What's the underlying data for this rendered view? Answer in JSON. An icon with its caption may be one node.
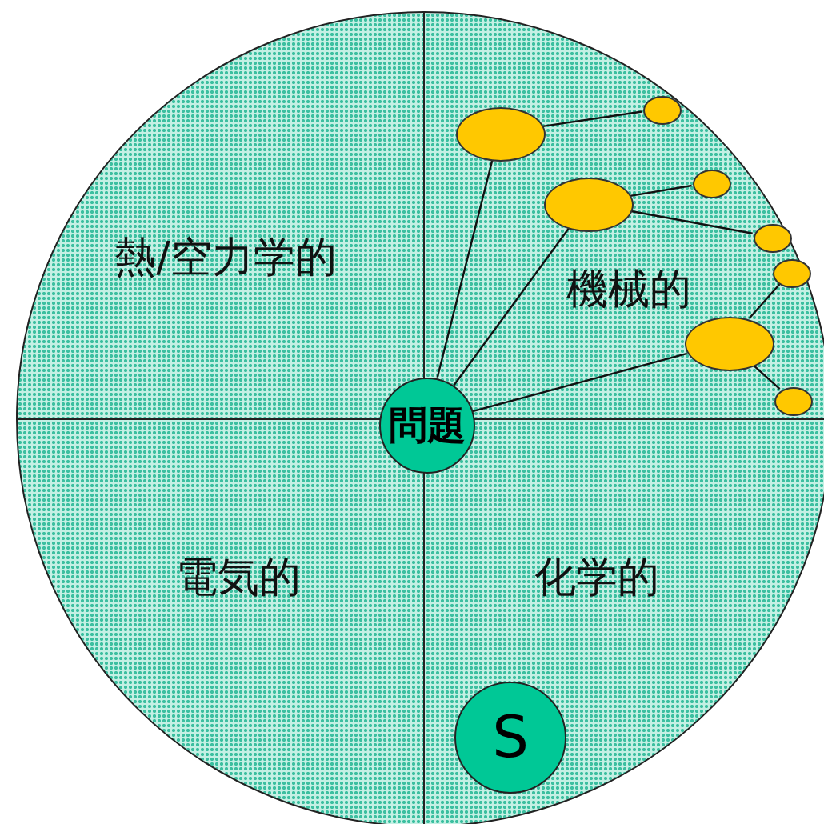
{
  "diagram": {
    "nodes": [
      {
        "text": [],
        "shape": "circle"
      },
      {
        "text": [],
        "shape": "ellipse",
        "in": 0
      },
      {
        "text": [],
        "shape": "ellipse",
        "in": 0
      },
      {
        "text": [],
        "shape": "ellipse",
        "in": 0
      },
      {
        "text": [],
        "shape": "ellipse",
        "in": 0
      },
      {
        "text": [],
        "shape": "ellipse",
        "in": 0
      },
      {
        "text": [],
        "shape": "ellipse",
        "in": 0
      },
      {
        "text": [],
        "shape": "ellipse",
        "in": 0
      },
      {
        "text": [],
        "shape": "ellipse",
        "in": 0
      },
      {
        "text": [
          "問題"
        ],
        "in": 0
      },
      {
        "text": [
          "S"
        ],
        "in": 0
      }
    ],
    "edges": [
      {
        "from": 9,
        "to": 1,
        "arrow": "none"
      },
      {
        "from": 9,
        "to": 3,
        "arrow": "none"
      },
      {
        "from": 9,
        "to": 7,
        "arrow": "none"
      },
      {
        "from": 1,
        "to": 2,
        "arrow": "none"
      },
      {
        "from": 3,
        "to": 4,
        "arrow": "none"
      },
      {
        "from": 3,
        "to": 5,
        "arrow": "none"
      },
      {
        "from": 7,
        "to": 6,
        "arrow": "none"
      },
      {
        "from": 7,
        "to": 8,
        "arrow": "none"
      }
    ],
    "labels": [
      "熱/空力学的",
      "機械的",
      "電気的",
      "化学的"
    ]
  }
}
